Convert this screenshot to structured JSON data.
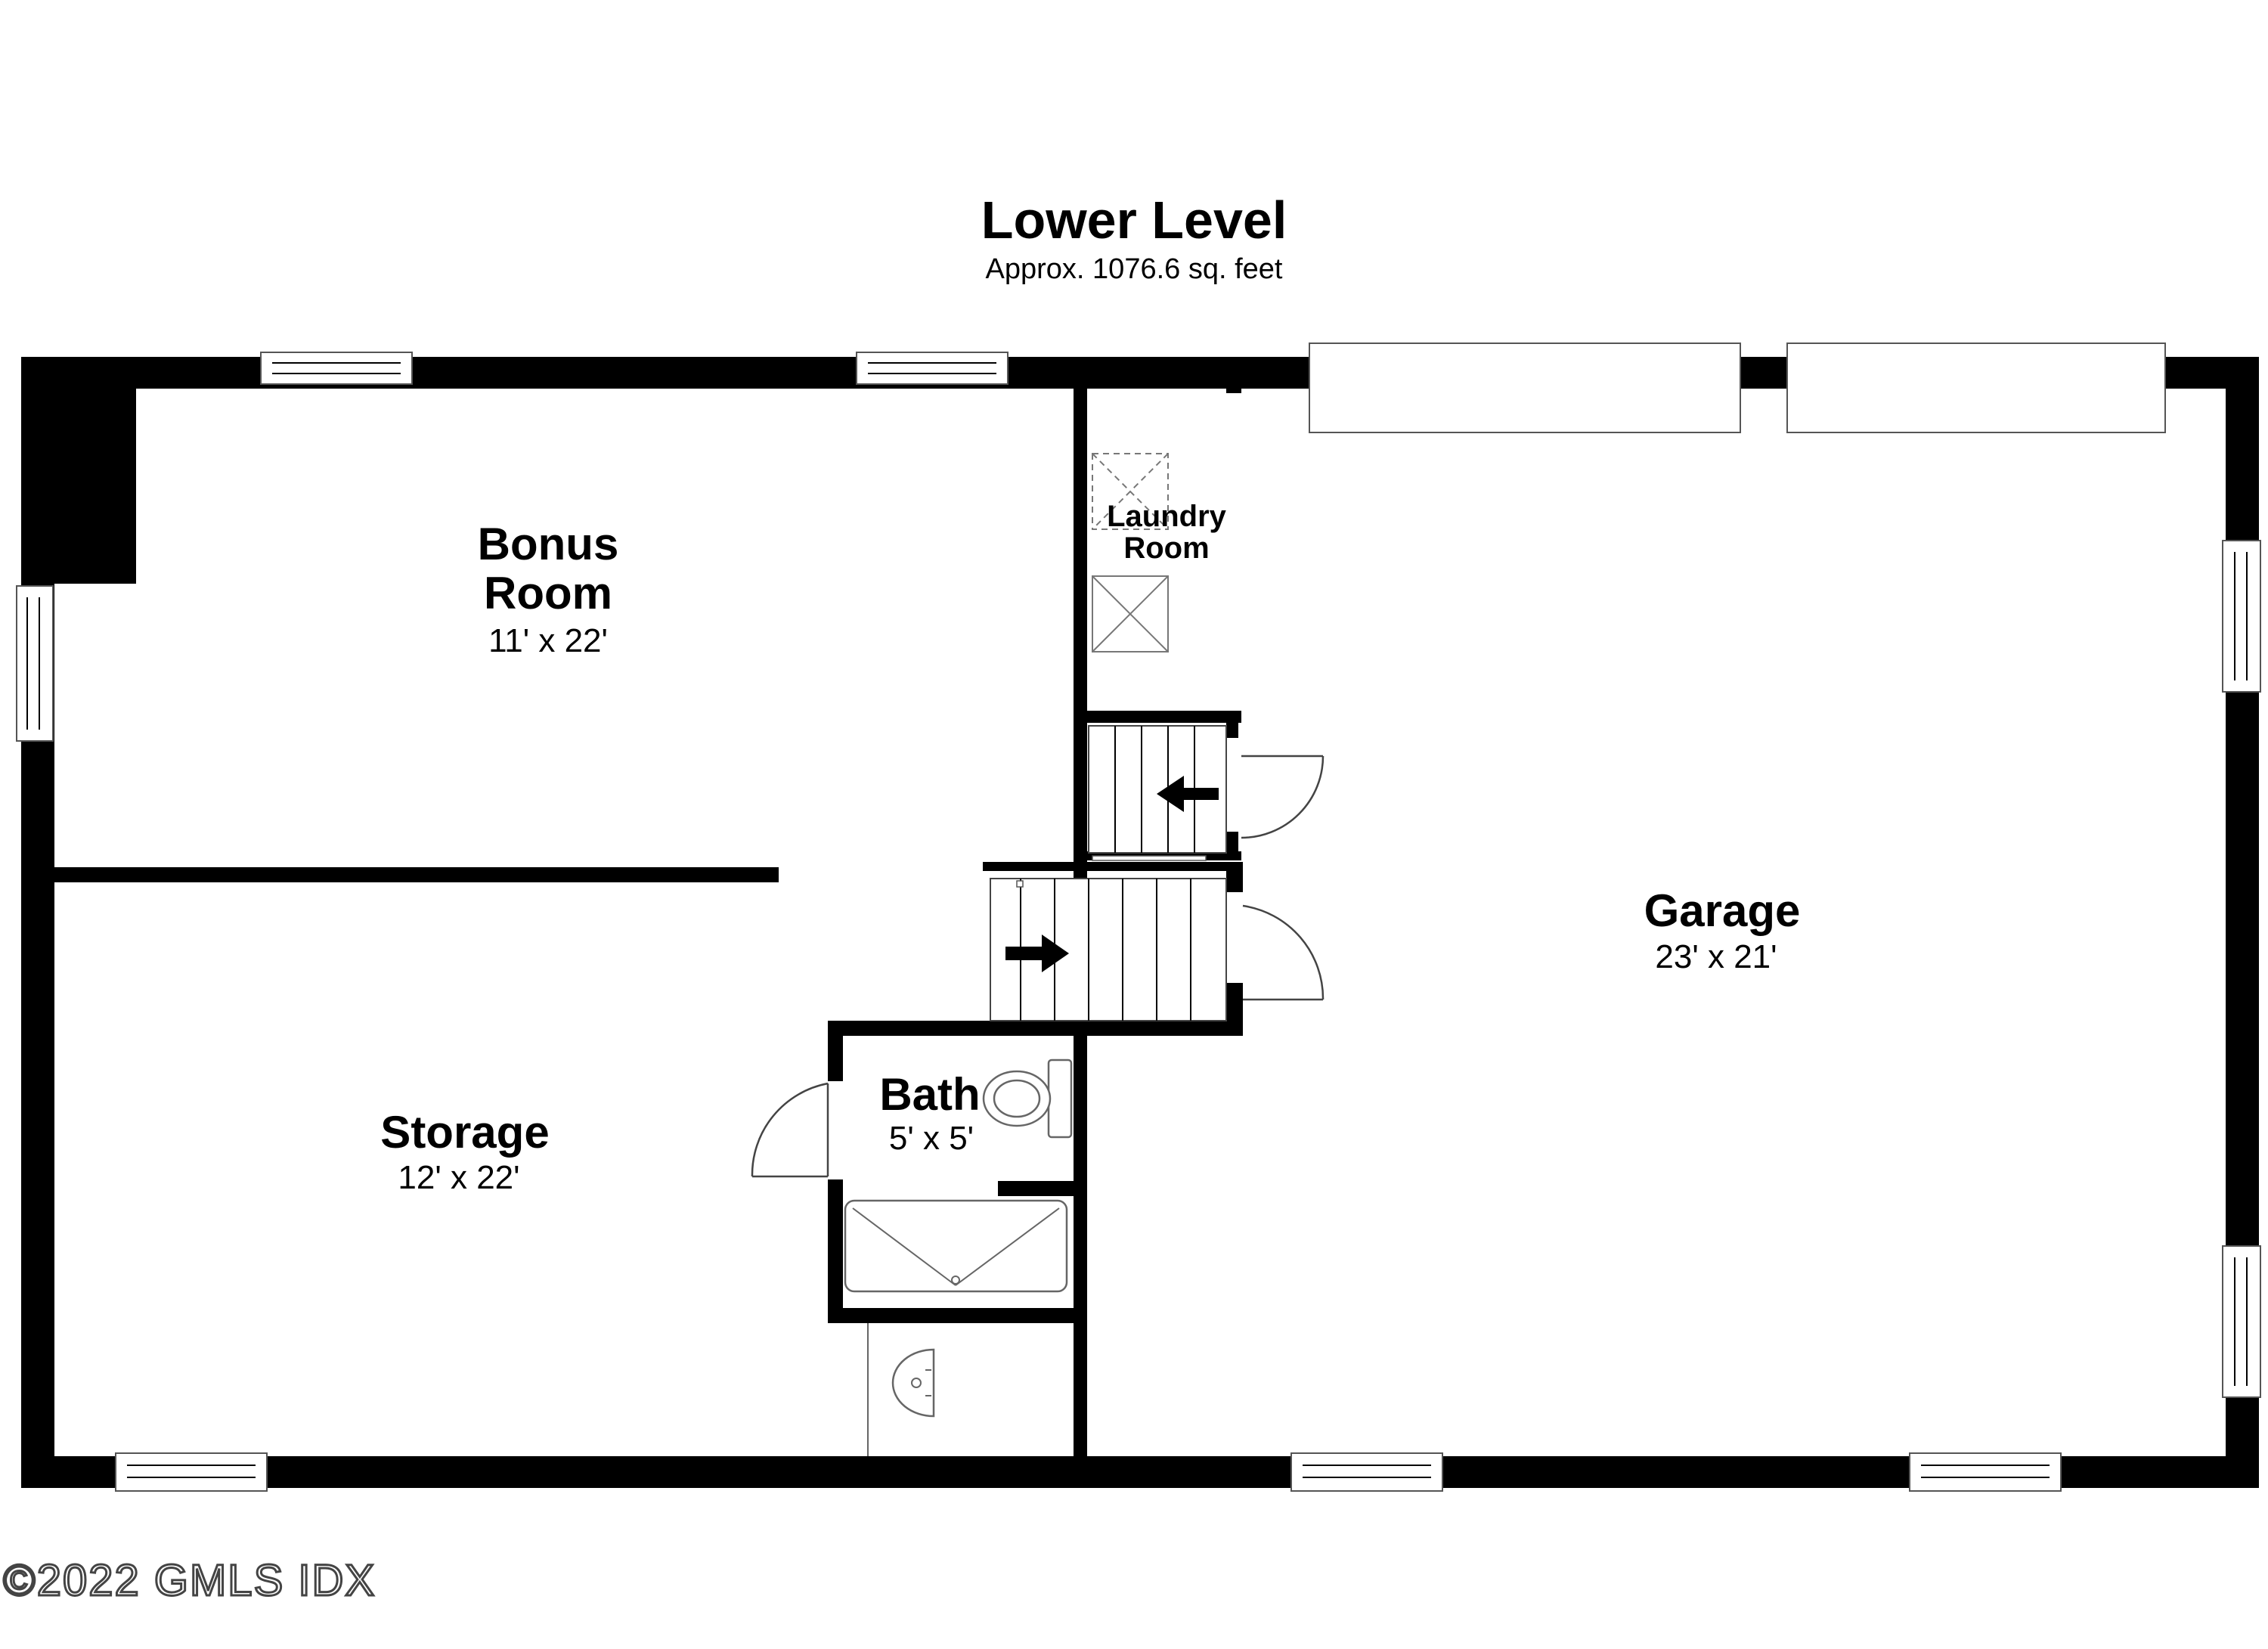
{
  "header": {
    "title": "Lower Level",
    "subtitle": "Approx. 1076.6 sq. feet"
  },
  "rooms": {
    "bonus": {
      "name_line1": "Bonus",
      "name_line2": "Room",
      "dims": "11' x 22'"
    },
    "laundry": {
      "name_line1": "Laundry",
      "name_line2": "Room"
    },
    "garage": {
      "name": "Garage",
      "dims": "23' x 21'"
    },
    "storage": {
      "name": "Storage",
      "dims": "12' x 22'"
    },
    "bath": {
      "name": "Bath",
      "dims": "5' x 5'"
    }
  },
  "watermark": "©2022 GMLS IDX",
  "colors": {
    "wall": "#000000",
    "background": "#ffffff",
    "fixture_stroke": "#666666"
  }
}
